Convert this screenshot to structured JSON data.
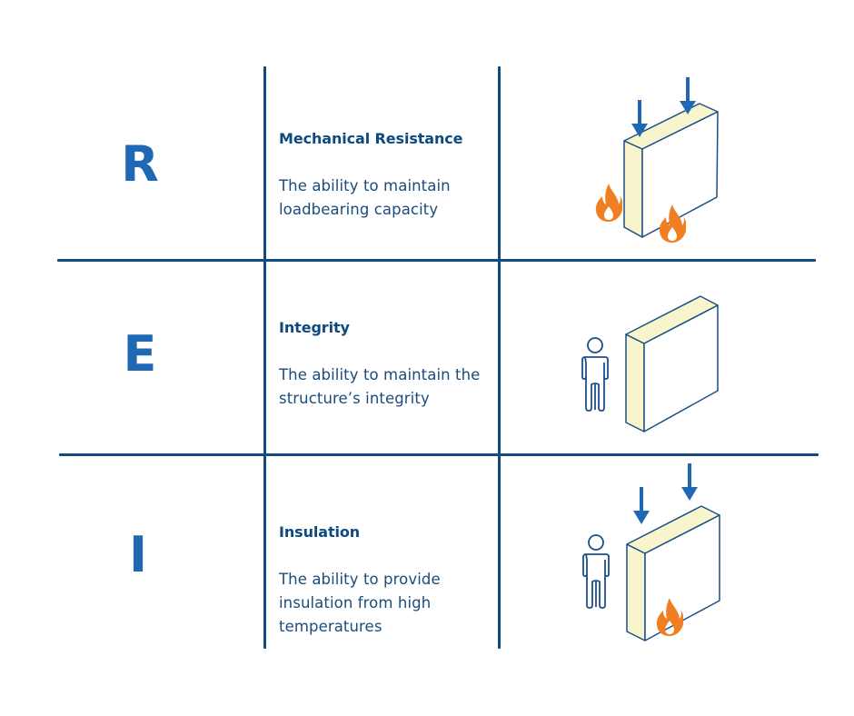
{
  "rows": [
    {
      "letter": "R",
      "title": "Mechanical Resistance",
      "description": "The ability to maintain loadbearing capacity",
      "illustration": {
        "load_arrows": 2,
        "flames": 2,
        "person": false
      }
    },
    {
      "letter": "E",
      "title": "Integrity",
      "description": "The ability to maintain the structure’s integrity",
      "illustration": {
        "load_arrows": 0,
        "flames": 0,
        "person": true
      }
    },
    {
      "letter": "I",
      "title": "Insulation",
      "description": "The ability to provide insulation from high temperatures",
      "illustration": {
        "load_arrows": 2,
        "flames": 1,
        "person": true
      }
    }
  ],
  "colors": {
    "letter": "#1f69b4",
    "title": "#0d4a80",
    "text": "#1a4c7e",
    "grid": "#0f4a80",
    "wall_edge": "#e9e6b8",
    "wall_outline": "#1d4f86",
    "arrow": "#1f69b4",
    "flame": "#f07f22"
  }
}
